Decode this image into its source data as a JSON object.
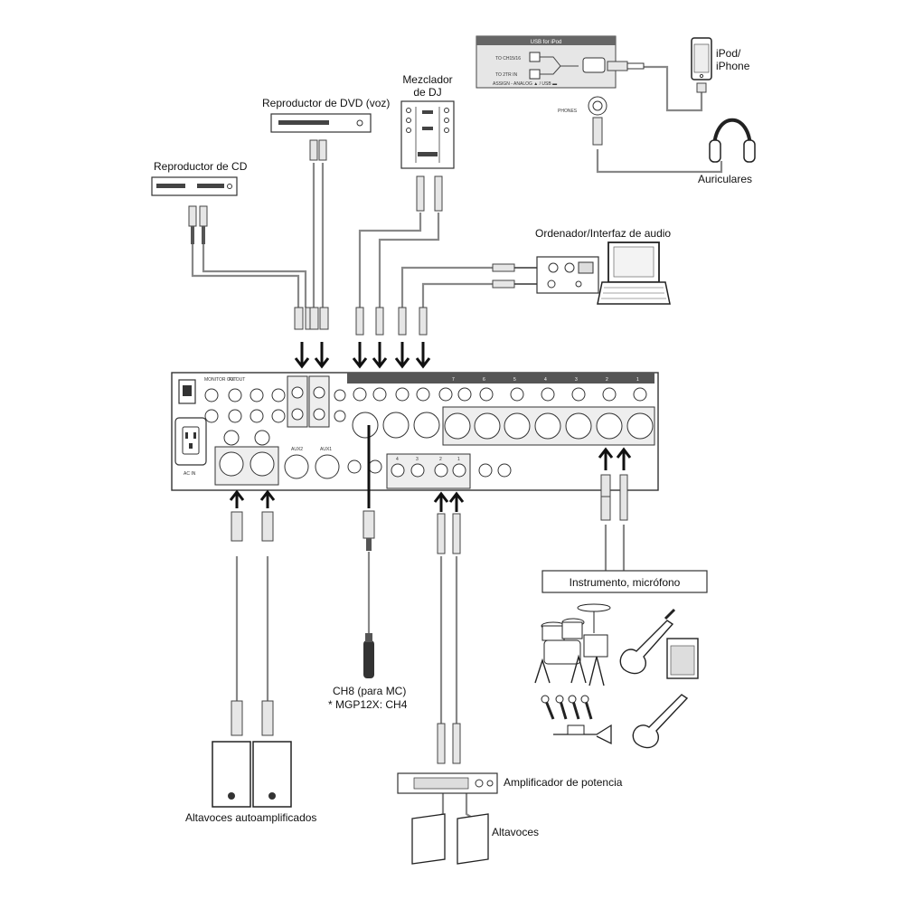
{
  "labels": {
    "cd_player": "Reproductor de CD",
    "dvd_player": "Reproductor de DVD (voz)",
    "dj_mixer_line1": "Mezclador",
    "dj_mixer_line2": "de DJ",
    "ipod_line1": "iPod/",
    "ipod_line2": "iPhone",
    "headphones": "Auriculares",
    "computer": "Ordenador/Interfaz de audio",
    "instrument_mic": "Instrumento, micrófono",
    "mc_line1": "CH8 (para MC)",
    "mc_line2": "* MGP12X: CH4",
    "power_amp": "Amplificador de potencia",
    "powered_speakers": "Altavoces autoamplificados",
    "speakers": "Altavoces"
  },
  "usb_panel": {
    "title": "USB for iPod",
    "to_ch": "TO CH15/16",
    "to_2tr": "TO 2TR IN",
    "assign": "ASSIGN - ANALOG ▲ / USB ▬",
    "phones": "PHONES"
  },
  "mixer": {
    "monitor_out": "MONITOR OUT",
    "fx_out": "FX OUT",
    "ac_in": "AC IN",
    "ch_numbers": [
      "7",
      "6",
      "5",
      "4",
      "3",
      "2",
      "1"
    ],
    "group_numbers": [
      "4",
      "3",
      "2",
      "1"
    ],
    "aux_labels": [
      "AUX2",
      "AUX1"
    ]
  },
  "icons": {
    "cd": "cd-player-icon",
    "dvd": "dvd-player-icon",
    "dj": "dj-mixer-icon",
    "ipod": "iphone-icon",
    "headphones": "headphones-icon",
    "computer": "laptop-icon",
    "audio_interface": "audio-interface-icon",
    "mixer": "mixer-console-icon",
    "mic": "microphone-icon",
    "drums": "drum-kit-icon",
    "guitar": "electric-guitar-icon",
    "amp": "guitar-amp-icon",
    "trumpet": "trumpet-icon",
    "power_amp": "power-amplifier-icon",
    "speaker": "speaker-icon"
  }
}
